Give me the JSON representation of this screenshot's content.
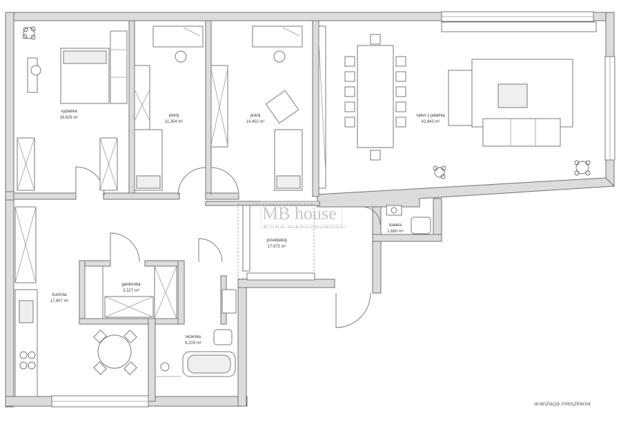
{
  "rooms": {
    "sypialnia": {
      "name": "sypialnia",
      "area": "16,626 m²"
    },
    "pokoj_1": {
      "name": "pokój",
      "area": "11,354 m²"
    },
    "pokoj_2": {
      "name": "pokój",
      "area": "14,402 m²"
    },
    "salon": {
      "name": "salon z jadalnią",
      "area": "42,843 m²"
    },
    "toaleta": {
      "name": "toaleta",
      "area": "1,660 m²"
    },
    "przedpokoj": {
      "name": "przedpokój",
      "area": "17,675 m²"
    },
    "kuchnia": {
      "name": "kuchnia",
      "area": "17,807 m²"
    },
    "garderoba": {
      "name": "garderoba",
      "area": "3,327 m²"
    },
    "lazienka": {
      "name": "łazienka",
      "area": "6,209 m²"
    }
  },
  "watermark": {
    "title": "MB house",
    "subtitle": "BIURO NIERUCHOMOŚCI"
  },
  "caption": "aranżacja mieszkania"
}
